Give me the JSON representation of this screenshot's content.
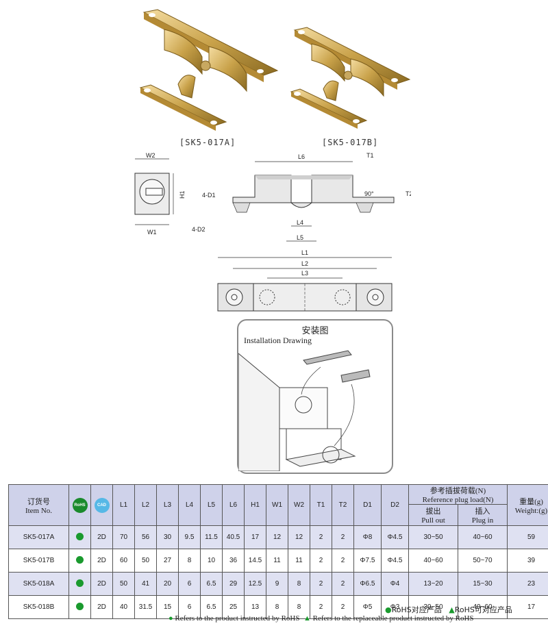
{
  "captions": {
    "a": "[SK5-017A]",
    "b": "[SK5-017B]"
  },
  "dims": {
    "W2": "W2",
    "W1": "W1",
    "H1": "H1",
    "L6": "L6",
    "T1": "T1",
    "T2": "T2",
    "angle": "90°",
    "D1": "4-D1",
    "D2": "4-D2",
    "L4": "L4",
    "L5": "L5",
    "L1": "L1",
    "L2": "L2",
    "L3": "L3"
  },
  "install": {
    "title_cn": "安装图",
    "title_en": "Installation Drawing"
  },
  "table": {
    "headers": {
      "item_cn": "订货号",
      "item_en": "Item No.",
      "rohs_icon": "RoHS",
      "cad_icon": "CAD",
      "cols": [
        "L1",
        "L2",
        "L3",
        "L4",
        "L5",
        "L6",
        "H1",
        "W1",
        "W2",
        "T1",
        "T2",
        "D1",
        "D2"
      ],
      "load_cn": "参考插拔荷载(N)",
      "load_en": "Reference plug load(N)",
      "pull_cn": "拔出",
      "pull_en": "Pull out",
      "plug_cn": "插入",
      "plug_en": "Plug in",
      "weight_cn": "重量(g)",
      "weight_en": "Weight:(g)"
    },
    "rows": [
      {
        "item": "SK5-017A",
        "cad": "2D",
        "vals": [
          "70",
          "56",
          "30",
          "9.5",
          "11.5",
          "40.5",
          "17",
          "12",
          "12",
          "2",
          "2",
          "Φ8",
          "Φ4.5"
        ],
        "pull": "30~50",
        "plug": "40~60",
        "weight": "59"
      },
      {
        "item": "SK5-017B",
        "cad": "2D",
        "vals": [
          "60",
          "50",
          "27",
          "8",
          "10",
          "36",
          "14.5",
          "11",
          "11",
          "2",
          "2",
          "Φ7.5",
          "Φ4.5"
        ],
        "pull": "40~60",
        "plug": "50~70",
        "weight": "39"
      },
      {
        "item": "SK5-018A",
        "cad": "2D",
        "vals": [
          "50",
          "41",
          "20",
          "6",
          "6.5",
          "29",
          "12.5",
          "9",
          "8",
          "2",
          "2",
          "Φ6.5",
          "Φ4"
        ],
        "pull": "13~20",
        "plug": "15~30",
        "weight": "23"
      },
      {
        "item": "SK5-018B",
        "cad": "2D",
        "vals": [
          "40",
          "31.5",
          "15",
          "6",
          "6.5",
          "25",
          "13",
          "8",
          "8",
          "2",
          "2",
          "Φ5",
          "Φ3"
        ],
        "pull": "30~50",
        "plug": "40~60",
        "weight": "17"
      }
    ]
  },
  "legend": {
    "rohs": "RoHS对应产品",
    "rohs_replace": "RoHS可对应产品"
  },
  "footer": {
    "rohs_note": "Refers to the product instructed by RoHS",
    "replace_note": "Refers to the replaceable product instructed by RoHS"
  },
  "colors": {
    "brass": "#c9a24a",
    "rohs_green": "#1a9a2e",
    "header_blue": "#cfd2ea"
  }
}
